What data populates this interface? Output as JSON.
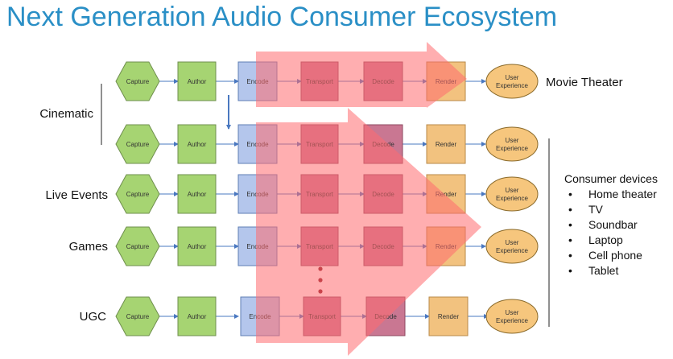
{
  "title": "Next Generation Audio Consumer Ecosystem",
  "colors": {
    "title": "#2a8fc6",
    "capture": "#a6d472",
    "author": "#a6d472",
    "encode": "#b4c6ec",
    "transport": "#c97792",
    "decode": "#c97792",
    "render": "#f2c27f",
    "experience": "#f6c67d",
    "overlay_arrow": "#ff6b70"
  },
  "nodes": {
    "capture": "Capture",
    "author": "Author",
    "encode": "Encode",
    "transport": "Transport",
    "decode": "Decode",
    "render": "Render",
    "experience_line1": "User",
    "experience_line2": "Experience"
  },
  "row_labels": {
    "cinematic": "Cinematic",
    "live_events": "Live Events",
    "games": "Games",
    "ugc": "UGC"
  },
  "movie_theater": "Movie Theater",
  "consumer_devices": {
    "heading": "Consumer devices",
    "bullet": "•",
    "items": [
      "Home theater",
      "TV",
      "Soundbar",
      "Laptop",
      "Cell phone",
      "Tablet"
    ]
  }
}
